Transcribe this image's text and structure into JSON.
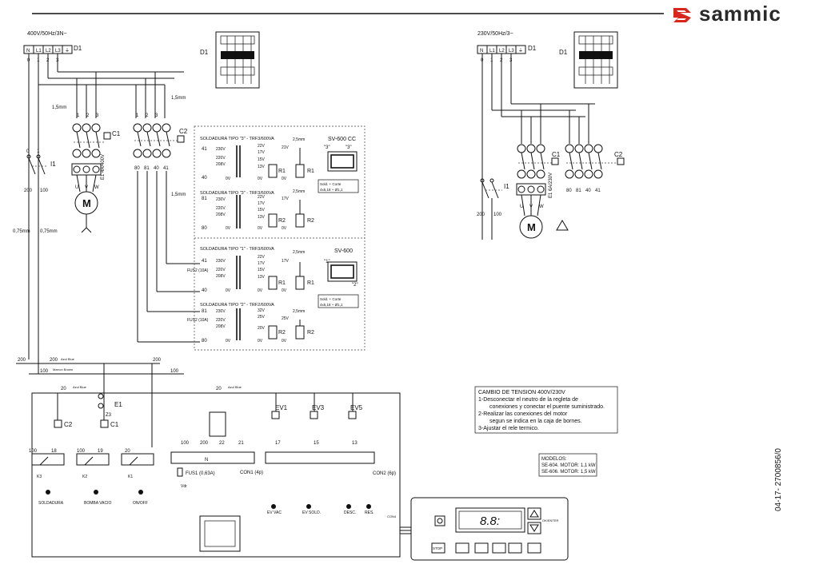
{
  "brand": {
    "name": "sammic",
    "accent": "#d8261c"
  },
  "doc_code": "04-17- 2700856/0",
  "left_diagram": {
    "supply": "400V/50Hz/3N~",
    "terminals": [
      "N",
      "L1",
      "L2",
      "L3",
      "⏚"
    ],
    "terminal_numbers": [
      "0",
      "1",
      "2",
      "3"
    ],
    "d1": "D1",
    "c1": "C1",
    "c2": "C2",
    "i1": "I1",
    "c1_rating": "E1 4A/400V",
    "motor": "M",
    "wire_15_a": "1,5mm",
    "wire_15_b": "1,5mm",
    "wire_15_c": "1,5mm",
    "wire_075_a": "0,75mm",
    "wire_075_b": "0,75mm",
    "n200": "200",
    "n100": "100",
    "c1_pins": [
      "1",
      "2",
      "3"
    ],
    "c2_pins": [
      "1",
      "2",
      "3"
    ],
    "c1_bottom": [
      "U",
      "V",
      "W"
    ],
    "c2_bottom": [
      "80",
      "81",
      "40",
      "41"
    ]
  },
  "right_diagram": {
    "supply": "230V/50Hz/3~",
    "terminals": [
      "N",
      "L1",
      "L2",
      "L3",
      "⏚"
    ],
    "terminal_numbers": [
      "0",
      "1",
      "2",
      "3"
    ],
    "d1": "D1",
    "c1": "C1",
    "c2": "C2",
    "i1": "I1",
    "c1_rating": "E1 6A/230V",
    "motor": "M",
    "n200": "200",
    "n100": "100",
    "c2_bottom": [
      "80",
      "81",
      "40",
      "41"
    ],
    "c1_bottom": [
      "U",
      "V",
      "W"
    ]
  },
  "sections": {
    "sv600cc": {
      "title": "SV-600 CC",
      "mark_left": "\"3\"",
      "mark_right": "\"3\"",
      "type_a": "SOLDADURA TIPO \"3\" - TRF3/600VA",
      "type_b": "SOLDADURA TIPO \"3\" - TRF3/600VA",
      "legend_l1": "Sold. + Corte",
      "legend_l2": "4x5,18 + Ø1,1",
      "legend_b1": "Sold. + Corte",
      "legend_b2": "4x5,18 + Ø1,1"
    },
    "sv600": {
      "title": "SV-600",
      "mark_left": "\"1\"",
      "mark_right": "\"2\"",
      "type_a": "SOLDADURA TIPO \"1\" - TRF3/600VA",
      "type_b": "SOLDADURA TIPO \"2\" - TRF2/600VA",
      "legend_l1": "Sold. + Corte",
      "legend_l2": "4x5,18 + Ø1,1",
      "fus2_a": "FUS2 (10A)",
      "fus2_b": "FUS2 (10A)"
    },
    "taps": [
      "22V",
      "17V",
      "15V",
      "13V",
      "0V"
    ],
    "taps_b": [
      "32V",
      "25V",
      "20V",
      "0V"
    ],
    "primary": [
      "230V",
      "220V",
      "208V",
      "0V"
    ],
    "r1": "R1",
    "r2": "R2",
    "wire_25": "2,5mm",
    "v21": "21V",
    "v17": "17V",
    "v25": "25V",
    "v0": "0V",
    "nodes": [
      "41",
      "40",
      "81",
      "80"
    ]
  },
  "control": {
    "marron": "Marron Brown",
    "azul": "Azul Blue",
    "n200": "200",
    "n100": "100",
    "n20": "20",
    "c2": "C2",
    "c1": "C1",
    "e1": "E1",
    "z3": "Z3",
    "relays": [
      {
        "num_l": "100",
        "num_r": "18",
        "name": "K3",
        "label": "SOLDADURA"
      },
      {
        "num_l": "100",
        "num_r": "19",
        "name": "K2",
        "label": "BOMBA VACIO"
      },
      {
        "num_l": "20",
        "num_r": "",
        "name": "K1",
        "label": "ON/OFF"
      }
    ],
    "con1": {
      "label": "CON1 (4p)",
      "pins": [
        "100",
        "200",
        "22",
        "21"
      ],
      "n": "N"
    },
    "fus1": "FUS1 (0,63A)",
    "vdr": "Vdr",
    "con2": {
      "label": "CON2 (6p)",
      "pins": [
        "17",
        "15",
        "13"
      ]
    },
    "valves": [
      {
        "name": "EV1",
        "label": "EV VAC"
      },
      {
        "name": "EV3",
        "label": "EV SOLD."
      },
      {
        "name": "EV5",
        "label": "DESC."
      }
    ],
    "res": "RES.",
    "con4": "CON4"
  },
  "notes": {
    "title": "CAMBIO DE TENSION 400V/230V",
    "lines": [
      "1-Desconectar el neutro de la regleta de",
      "conexiones y conectar el puente suministrado.",
      "2-Realizar las conexiones del motor",
      "segun se indica en la caja de bornes.",
      "3-Ajustar el rele termico."
    ]
  },
  "models": {
    "title": "MODELOS:",
    "lines": [
      "SE-604. MOTOR: 1,1 kW",
      "SE-606. MOTOR: 1,5 kW"
    ]
  },
  "panel": {
    "display": "8.8:",
    "stop": "STOP",
    "ok_label": "OK/ENTER"
  }
}
